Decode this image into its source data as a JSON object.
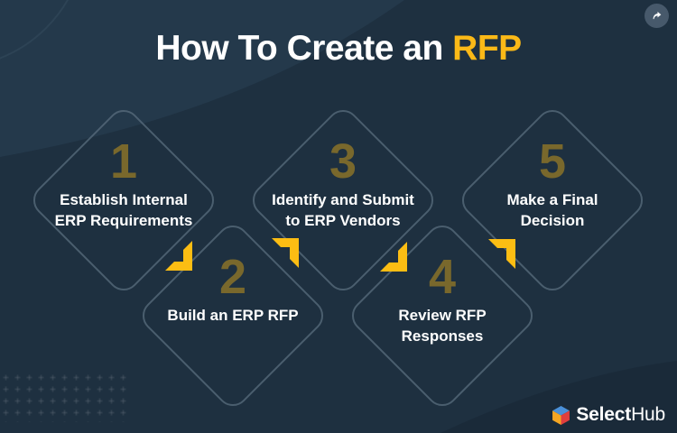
{
  "title": {
    "prefix": "How To Create an ",
    "highlight": "RFP"
  },
  "steps": [
    {
      "number": "1",
      "lines": [
        "Establish Internal",
        "ERP Requirements"
      ]
    },
    {
      "number": "2",
      "lines": [
        "Build an ERP RFP"
      ]
    },
    {
      "number": "3",
      "lines": [
        "Identify and Submit",
        "to ERP Vendors"
      ]
    },
    {
      "number": "4",
      "lines": [
        "Review RFP",
        "Responses"
      ]
    },
    {
      "number": "5",
      "lines": [
        "Make a Final",
        "Decision"
      ]
    }
  ],
  "brand": {
    "name_bold": "Select",
    "name_regular": "Hub"
  },
  "icons": {
    "share": "share-arrow-icon",
    "logo_cube": "selecthub-cube-icon",
    "connectors": "corner-arrow-icon"
  },
  "colors": {
    "background": "#1e3040",
    "accent_yellow": "#fbb917",
    "number_gold": "#79682c",
    "diamond_outline": "#5a6e7e",
    "text_white": "#ffffff"
  }
}
